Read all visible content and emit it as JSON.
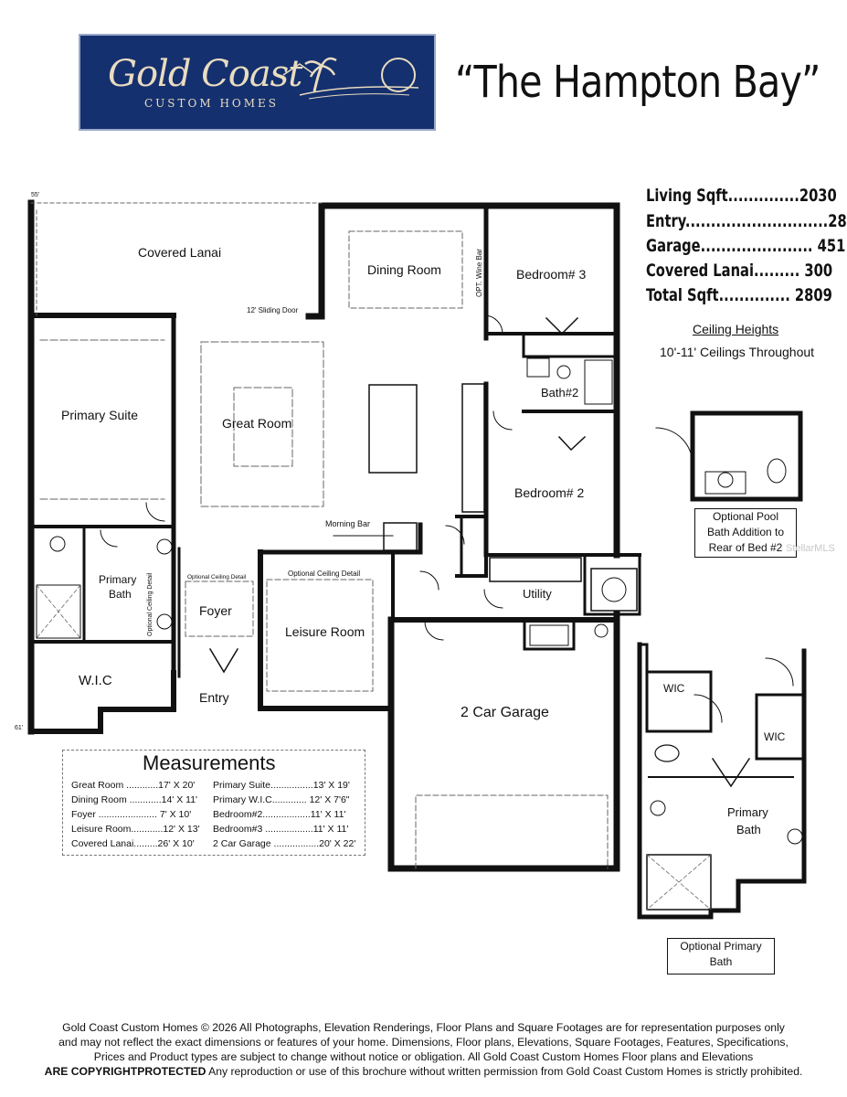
{
  "logo": {
    "name": "Gold Coast",
    "sub": "CUSTOM HOMES"
  },
  "title": "“The Hampton Bay”",
  "sqft": [
    {
      "label": "Living Sqft..............2030"
    },
    {
      "label": "Entry............................28"
    },
    {
      "label": "Garage......................  451"
    },
    {
      "label": "Covered Lanai......... 300"
    },
    {
      "label": "Total Sqft.............. 2809"
    }
  ],
  "ceiling": {
    "title": "Ceiling Heights",
    "text": "10'-11' Ceilings Throughout"
  },
  "rooms": {
    "covered_lanai": "Covered Lanai",
    "dining_room": "Dining Room",
    "wine_bar": "OPT. Wine Bar",
    "bedroom3": "Bedroom# 3",
    "sliding_door": "12' Sliding Door",
    "primary_suite": "Primary Suite",
    "great_room": "Great Room",
    "bath2": "Bath#2",
    "bedroom2": "Bedroom# 2",
    "morning_bar": "Morning Bar",
    "primary_bath": "Primary",
    "primary_bath2": "Bath",
    "opt_ceiling_closet": "Optional Ceiling Detail",
    "foyer": "Foyer",
    "opt_ceiling_foyer": "Optional Ceiling Detail",
    "leisure_room": "Leisure Room",
    "utility": "Utility",
    "wic": "W.I.C",
    "entry": "Entry",
    "garage": "2  Car Garage",
    "dim_top": "55'",
    "dim_left": "61'"
  },
  "optional_pool_bath": [
    "Optional Pool",
    "Bath Addition to",
    "Rear of Bed #2"
  ],
  "optional_primary": {
    "wic1": "WIC",
    "wic2": "WIC",
    "room1": "Primary",
    "room2": "Bath",
    "label1": "Optional Primary",
    "label2": "Bath"
  },
  "measurements": {
    "title": "Measurements",
    "left": [
      "Great Room ............17' X 20'",
      "Dining Room ............14' X 11'",
      "Foyer ......................  7' X 10'",
      "Leisure Room............12' X 13'",
      "Covered Lanai.........26' X 10'"
    ],
    "right": [
      "Primary Suite................13' X  19'",
      "Primary W.I.C............. 12' X 7'6\"",
      "Bedroom#2..................11' X 11'",
      "Bedroom#3 ..................11' X 11'",
      "2 Car Garage .................20' X 22'"
    ]
  },
  "watermark": "StellarMLS",
  "footer": {
    "line1": "Gold Coast Custom Homes © 2026 All Photographs, Elevation Renderings, Floor Plans and Square Footages are for representation purposes only",
    "line2": "and may not reflect the exact dimensions or features of your home. Dimensions, Floor plans, Elevations, Square Footages, Features, Specifications,",
    "line3": "Prices and Product types are subject to change without notice or obligation.  All Gold Coast Custom Homes Floor plans and Elevations",
    "line4_bold": "ARE COPYRIGHTPROTECTED",
    "line4": " Any reproduction or use of this brochure without written permission from Gold Coast Custom Homes is strictly prohibited."
  },
  "colors": {
    "logo_bg": "#15306e",
    "logo_text": "#e9dcc0",
    "wall": "#111111"
  }
}
